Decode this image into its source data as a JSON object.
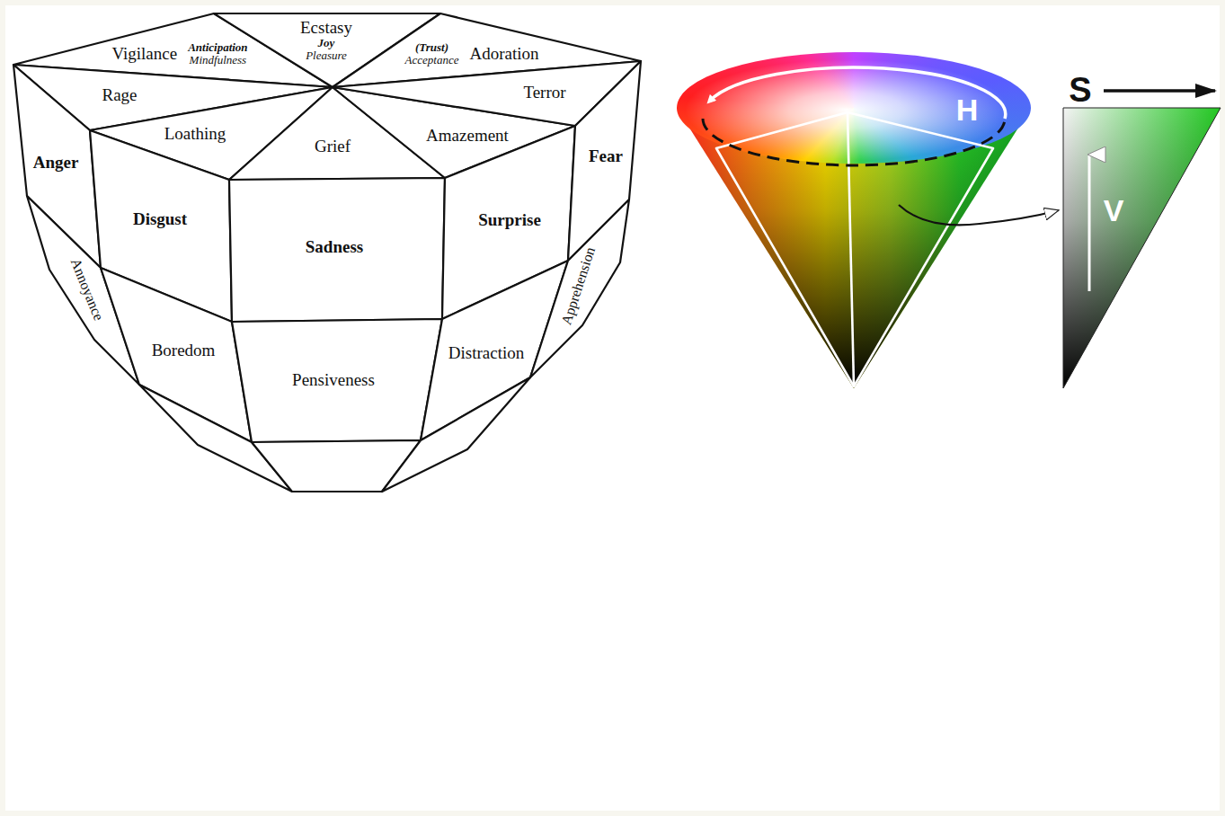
{
  "diagram": {
    "nodes": [
      {
        "text": [
          "Vigilance",
          "Anticipation",
          "Mindfulness"
        ]
      },
      {
        "text": [
          "Ecstasy",
          "Joy",
          "Pleasure"
        ]
      },
      {
        "text": [
          "(Trust)",
          "Acceptance",
          "Adoration"
        ]
      },
      {
        "text": [
          "Rage"
        ]
      },
      {
        "text": [
          "Terror"
        ]
      },
      {
        "text": [
          "Loathing"
        ]
      },
      {
        "text": [
          "Grief"
        ]
      },
      {
        "text": [
          "Amazement"
        ]
      },
      {
        "text": [
          "Anger"
        ]
      },
      {
        "text": [
          "Disgust"
        ]
      },
      {
        "text": [
          "Sadness"
        ]
      },
      {
        "text": [
          "Surprise"
        ]
      },
      {
        "text": [
          "Fear"
        ]
      },
      {
        "text": [
          "Annoyance"
        ]
      },
      {
        "text": [
          "Boredom"
        ]
      },
      {
        "text": [
          "Pensiveness"
        ]
      },
      {
        "text": [
          "Distraction"
        ]
      },
      {
        "text": [
          "Apprehension"
        ]
      }
    ],
    "labels": [
      "H",
      "S",
      "V"
    ]
  }
}
